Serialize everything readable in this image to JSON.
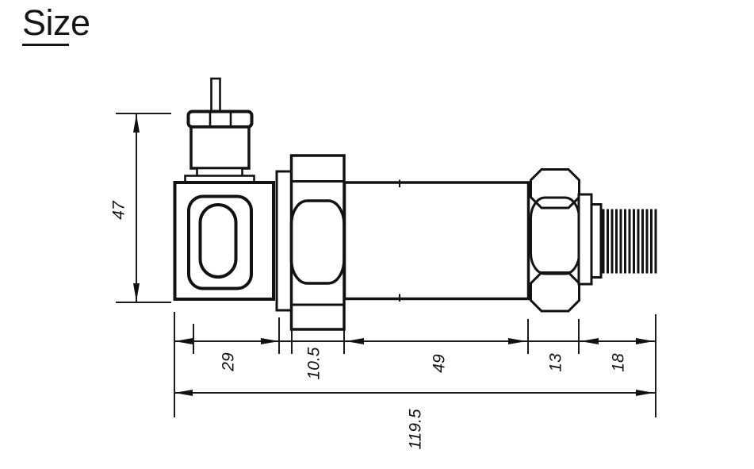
{
  "page": {
    "title": "Size"
  },
  "diagram": {
    "type": "engineering-dimension-drawing",
    "subject": "pressure-transmitter-side-view",
    "dims": {
      "overall_height": "47",
      "connector_length": "29",
      "locknut_length": "10.5",
      "body_length": "49",
      "hex_length": "13",
      "thread_length": "18",
      "overall_length": "119.5"
    }
  }
}
